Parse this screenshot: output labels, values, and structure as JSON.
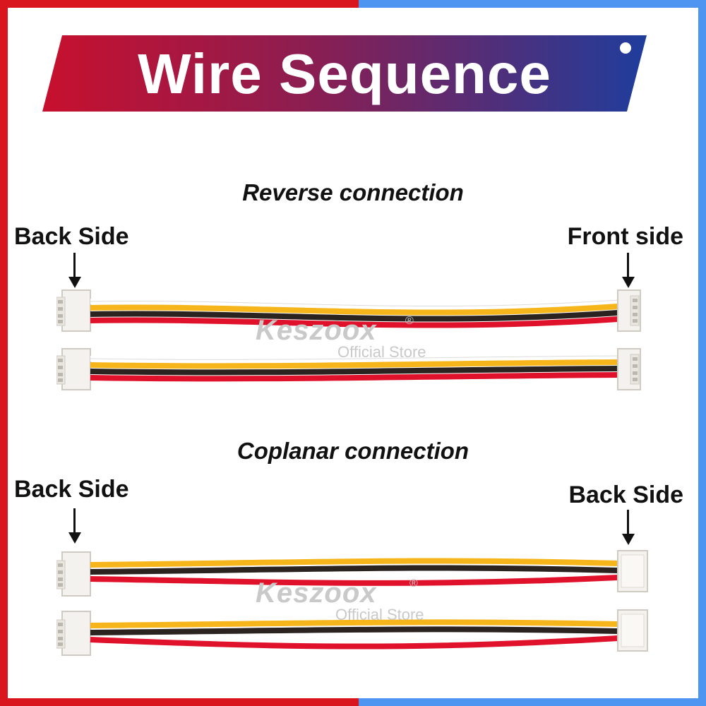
{
  "colors": {
    "frame_red": "#d9161d",
    "frame_blue": "#4d95f0",
    "banner_left": "#c8102e",
    "banner_right": "#1f3d9c",
    "wire_white": "#ffffff",
    "wire_yellow": "#f7b51c",
    "wire_black": "#2a2320",
    "wire_red": "#e0122b"
  },
  "header": {
    "title": "Wire Sequence"
  },
  "sections": [
    {
      "title": "Reverse connection",
      "left_label": "Back Side",
      "right_label": "Front side",
      "cables": 2,
      "wire_order": [
        "white",
        "yellow",
        "black",
        "red"
      ]
    },
    {
      "title": "Coplanar connection",
      "left_label": "Back Side",
      "right_label": "Back Side",
      "cables": 2,
      "wire_order": [
        "yellow",
        "black",
        "red"
      ]
    }
  ],
  "watermark": {
    "brand": "Keszoox",
    "reg": "®",
    "sub": "Official Store"
  },
  "icons": [
    "down-arrow-icon",
    "banner-hole-icon"
  ]
}
